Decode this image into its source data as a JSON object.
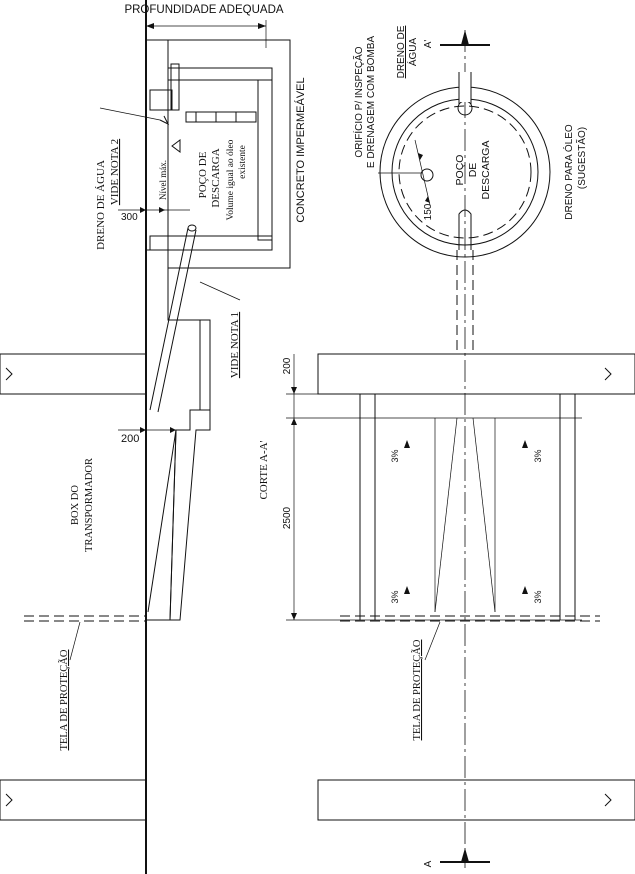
{
  "labels": {
    "profundidade": "PROFUNDIDADE ADEQUADA",
    "dreno_agua_left": "DRENO DE ÁGUA",
    "vide_nota_2": "VIDE NOTA 2",
    "nivel_max": "Nível máx.",
    "poco_descarga_1": "POÇO DE",
    "poco_descarga_2": "DESCARGA",
    "volume_1": "Volume igual ao óleo",
    "volume_2": "existente",
    "concreto": "CONCRETO IMPERMEÁVEL",
    "vide_nota_1": "VIDE NOTA 1",
    "dim_300": "300",
    "dim_200_left": "200",
    "box_1": "BOX DO",
    "box_2": "TRANSPORMADOR",
    "tela_left": "TELA DE PROTEÇÃO",
    "corte": "CORTE A-A'",
    "orificio_1": "ORIFÍCIO P/ INSPEÇÃO",
    "orificio_2": "E DRENAGEM COM BOMBA",
    "dreno_de_1": "DRENO DE",
    "dreno_de_2": "ÁGUA",
    "poco_r_1": "POÇO",
    "poco_r_2": "DE",
    "poco_r_3": "DESCARGA",
    "dreno_oleo_1": "DRENO PARA ÓLEO",
    "dreno_oleo_2": "(SUGESTÃO)",
    "dim_150": "150",
    "dim_200_right": "200",
    "dim_2500": "2500",
    "slope_tl": "3%",
    "slope_tr": "3%",
    "slope_bl": "3%",
    "slope_br": "3%",
    "tela_right": "TELA DE PROTEÇÃO",
    "section_a_top": "A'",
    "section_a_bottom": "A"
  }
}
